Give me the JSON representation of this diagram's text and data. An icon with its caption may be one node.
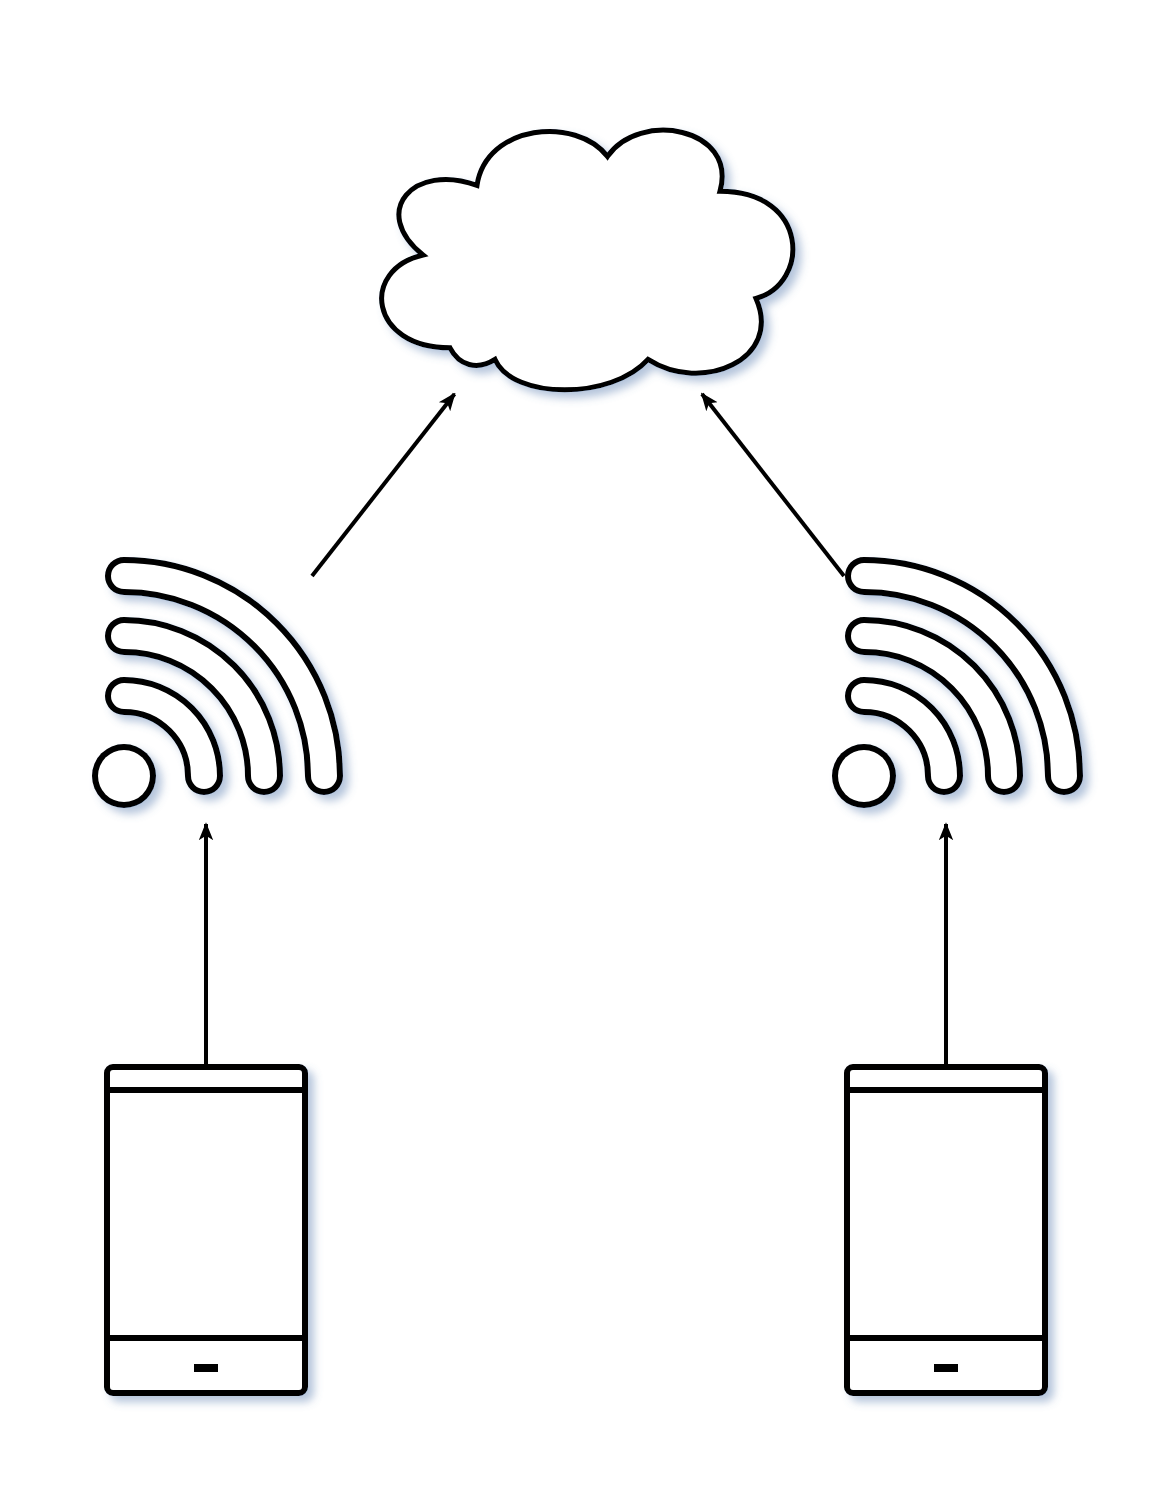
{
  "diagram": {
    "nodes": [
      {
        "text": [],
        "shape": "cloud"
      },
      {
        "text": [],
        "shape": "wifi"
      },
      {
        "text": [],
        "shape": "wifi"
      },
      {
        "text": [],
        "shape": "phone"
      },
      {
        "text": [],
        "shape": "phone"
      }
    ],
    "edges": [
      {
        "from": 3,
        "to": 1,
        "arrow": "to"
      },
      {
        "from": 4,
        "to": 2,
        "arrow": "to"
      },
      {
        "from": 1,
        "to": 0,
        "arrow": "to"
      },
      {
        "from": 2,
        "to": 0,
        "arrow": "to"
      }
    ]
  }
}
